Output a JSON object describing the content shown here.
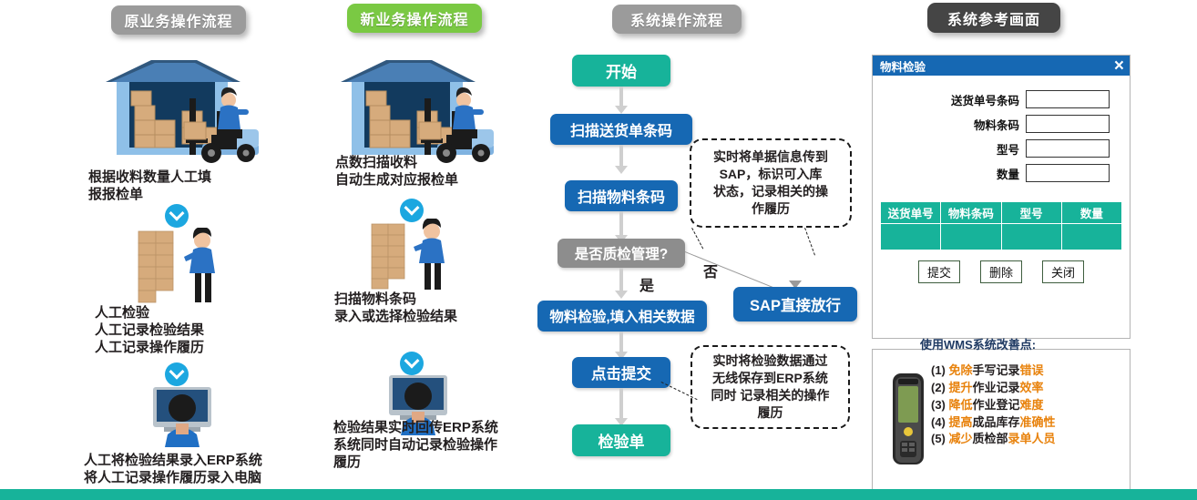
{
  "sections": {
    "col1_title": "原业务操作流程",
    "col2_title": "新业务操作流程",
    "col3_title": "系统操作流程",
    "col4_title": "系统参考画面"
  },
  "column1": {
    "step1_caption": "根据收料数量人工填\n报报检单",
    "step2_caption": "人工检验\n人工记录检验结果\n人工记录操作履历",
    "step3_caption": "人工将检验结果录入ERP系统\n将人工记录操作履历录入电脑"
  },
  "column2": {
    "step1_caption": "点数扫描收料\n自动生成对应报检单",
    "step2_caption": "扫描物料条码\n录入或选择检验结果",
    "step3_caption": "检验结果实时回传ERP系统\n系统同时自动记录检验操作\n履历"
  },
  "flow": {
    "n1": "开始",
    "n2": "扫描送货单条码",
    "n3": "扫描物料条码",
    "n4": "是否质检管理?",
    "n5": "物料检验,填入相关数据",
    "n6": "点击提交",
    "n7": "检验单",
    "n8": "SAP直接放行",
    "yes_label": "是",
    "no_label": "否",
    "callout_top": "实时将单据信息传到\nSAP，标识可入库\n状态，记录相关的操\n作履历",
    "callout_bottom": "实时将检验数据通过\n无线保存到ERP系统\n同时 记录相关的操作\n履历"
  },
  "dialog": {
    "title": "物料检验",
    "close_icon": "×",
    "fields": [
      {
        "label": "送货单号条码",
        "value": ""
      },
      {
        "label": "物料条码",
        "value": ""
      },
      {
        "label": "型号",
        "value": ""
      },
      {
        "label": "数量",
        "value": ""
      }
    ],
    "table_headers": [
      "送货单号",
      "物料条码",
      "型号",
      "数量"
    ],
    "table_rows": [
      [
        "",
        "",
        "",
        ""
      ]
    ],
    "buttons": [
      "提交",
      "删除",
      "关闭"
    ]
  },
  "benefits": {
    "title": "使用WMS系统改善点:",
    "items": [
      {
        "num": "(1)",
        "p1": "免除",
        "p2": "手写记录",
        "p3": "错误"
      },
      {
        "num": "(2)",
        "p1": "提升",
        "p2": "作业记录",
        "p3": "效率"
      },
      {
        "num": "(3)",
        "p1": "降低",
        "p2": "作业登记",
        "p3": "难度"
      },
      {
        "num": "(4)",
        "p1": "提高",
        "p2": "成品库存",
        "p3": "准确性"
      },
      {
        "num": "(5)",
        "p1": "减少",
        "p2": "质检部",
        "p3": "录单人员"
      }
    ]
  },
  "colors": {
    "teal": "#17b39a",
    "blue": "#1668b3",
    "grey": "#8d8d8d",
    "green": "#7ac943",
    "orange": "#e8820c",
    "navy": "#1f3a63"
  }
}
